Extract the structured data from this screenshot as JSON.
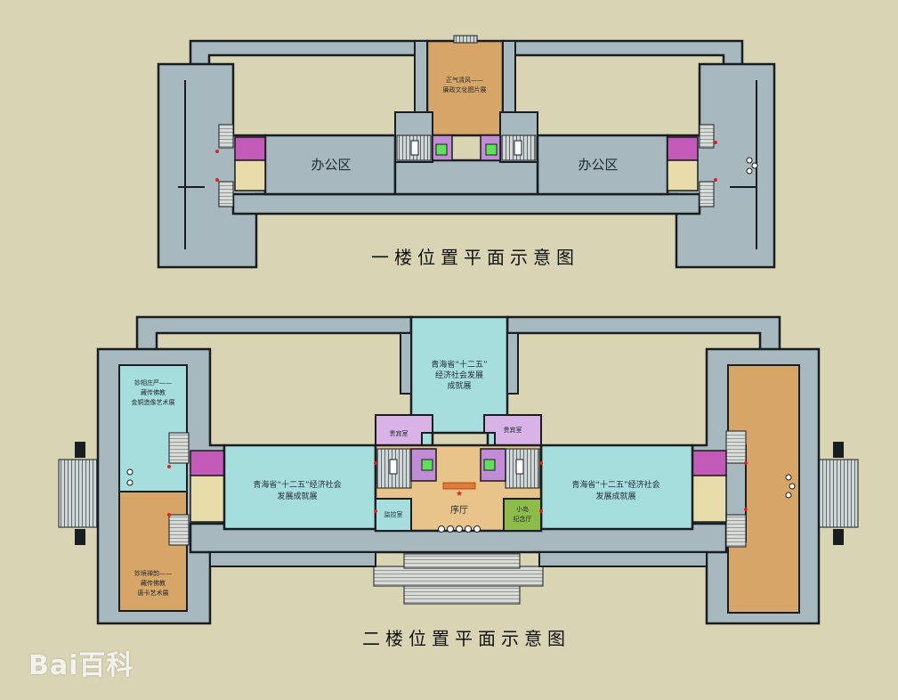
{
  "colors": {
    "background": "#d9d5b4",
    "wall": "#171d20",
    "corridor": "#a7b8bf",
    "exhibit_cyan": "#a6dede",
    "exhibit_orange": "#d6a567",
    "vip_purple": "#d9b3e6",
    "lobby_yellow": "#e8dcaa",
    "memorial_green": "#8ebc4a"
  },
  "floor1": {
    "title": "一楼位置平面示意图",
    "exhibit_line1": "正气清风——",
    "exhibit_line2": "廉政文化图片展",
    "office_left": "办公区",
    "office_right": "办公区"
  },
  "floor2": {
    "title": "二楼位置平面示意图",
    "top_exhibit_line1": "青海省“十二五”",
    "top_exhibit_line2": "经济社会发展",
    "top_exhibit_line3": "成就展",
    "left_exhibit_line1": "青海省“十二五”经济社会",
    "left_exhibit_line2": "发展成就展",
    "right_exhibit_line1": "青海省“十二五”经济社会",
    "right_exhibit_line2": "发展成就展",
    "vip_left": "贵宾室",
    "vip_right": "贵宾室",
    "lobby": "序厅",
    "monitor_room": "监控室",
    "memorial_line1": "小岛",
    "memorial_line2": "纪念厅",
    "west_top_line1": "妙相庄严——",
    "west_top_line2": "藏传佛教",
    "west_top_line3": "金铜造像艺术展",
    "west_bottom_line1": "妙境禅韵——",
    "west_bottom_line2": "藏传佛教",
    "west_bottom_line3": "唐卡艺术展"
  },
  "watermark": {
    "text": "Bai百科"
  }
}
